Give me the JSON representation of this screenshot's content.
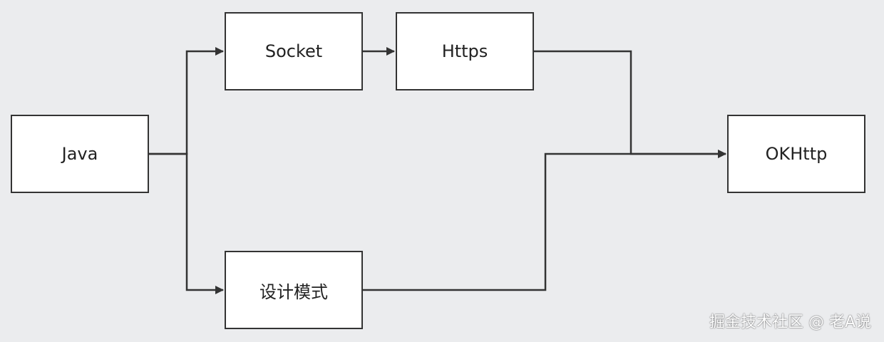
{
  "diagram": {
    "nodes": [
      {
        "id": "java",
        "label": "Java"
      },
      {
        "id": "socket",
        "label": "Socket"
      },
      {
        "id": "https",
        "label": "Https"
      },
      {
        "id": "design",
        "label": "设计模式"
      },
      {
        "id": "okhttp",
        "label": "OKHttp"
      }
    ],
    "edges": [
      {
        "from": "java",
        "to": "socket"
      },
      {
        "from": "java",
        "to": "design"
      },
      {
        "from": "socket",
        "to": "https"
      },
      {
        "from": "https",
        "to": "okhttp"
      },
      {
        "from": "design",
        "to": "okhttp"
      }
    ]
  },
  "watermark": "掘金技术社区 @ 老A说",
  "colors": {
    "background": "#ebecee",
    "node_fill": "#ffffff",
    "stroke": "#333333"
  }
}
